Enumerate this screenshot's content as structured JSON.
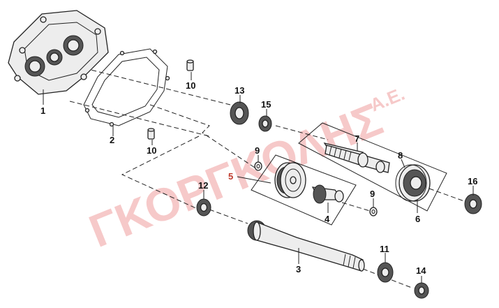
{
  "watermark": {
    "text": "ΓΚΟΡΓΚΟΛΗΣ",
    "suffix": "Α.Ε.",
    "color": "#f4b8b8"
  },
  "labels": [
    {
      "id": "1",
      "text": "1"
    },
    {
      "id": "2",
      "text": "2"
    },
    {
      "id": "3",
      "text": "3"
    },
    {
      "id": "4",
      "text": "4"
    },
    {
      "id": "5",
      "text": "5",
      "color": "#c0392b"
    },
    {
      "id": "6",
      "text": "6"
    },
    {
      "id": "7",
      "text": "7"
    },
    {
      "id": "8",
      "text": "8"
    },
    {
      "id": "9a",
      "text": "9"
    },
    {
      "id": "9b",
      "text": "9"
    },
    {
      "id": "10a",
      "text": "10"
    },
    {
      "id": "10b",
      "text": "10"
    },
    {
      "id": "11",
      "text": "11"
    },
    {
      "id": "12",
      "text": "12"
    },
    {
      "id": "13",
      "text": "13"
    },
    {
      "id": "14",
      "text": "14"
    },
    {
      "id": "15",
      "text": "15"
    },
    {
      "id": "16",
      "text": "16"
    }
  ]
}
